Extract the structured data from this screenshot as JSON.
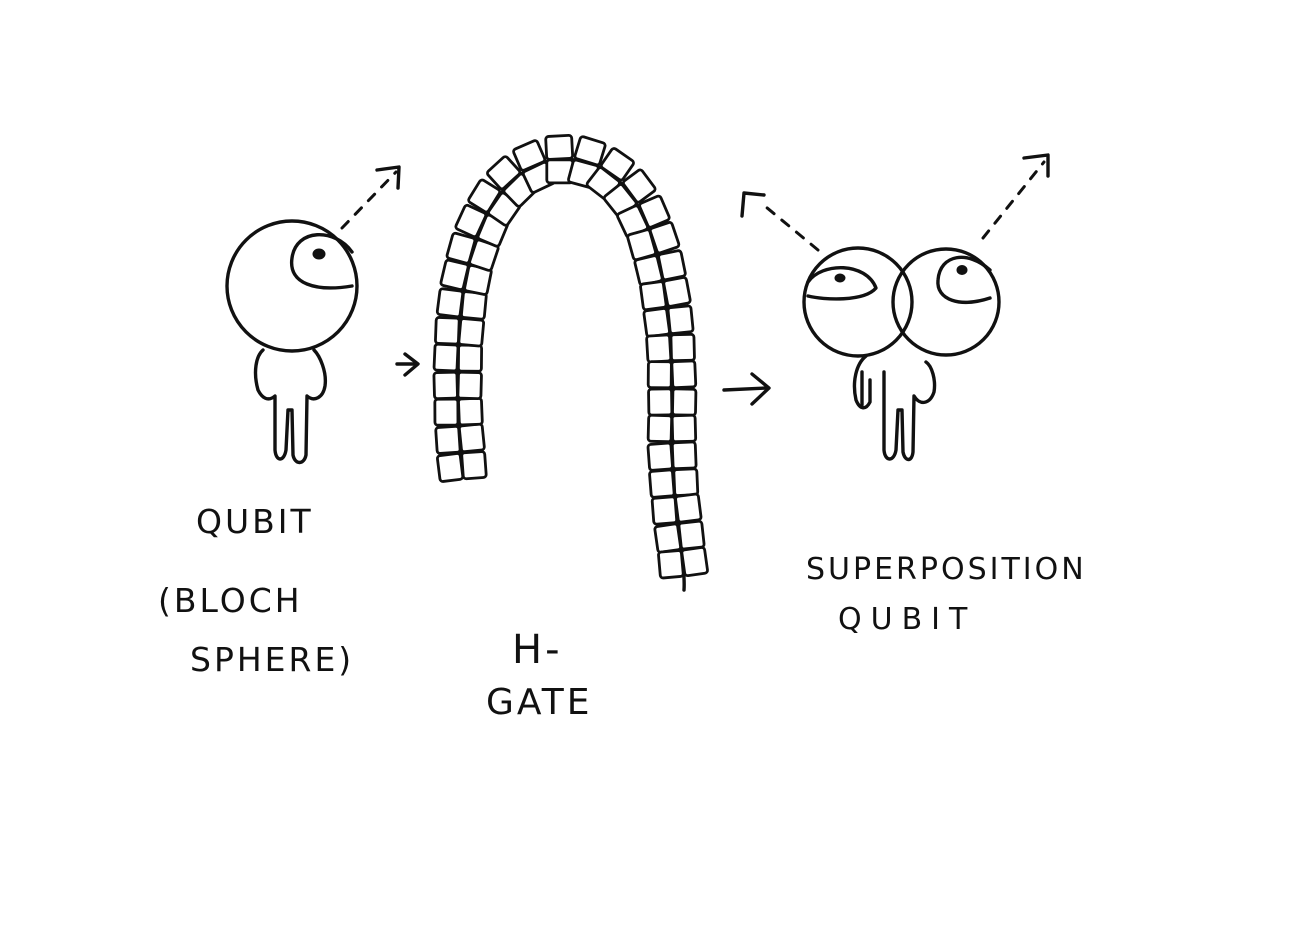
{
  "labels": {
    "qubit": "QUBIT",
    "bloch_line1": "(BLOCH",
    "bloch_line2": "SPHERE)",
    "gate_line1": "H-",
    "gate_line2": "GATE",
    "super_line1": "SUPERPOSITION",
    "super_line2": "QUBIT"
  },
  "colors": {
    "ink": "#111111",
    "paper": "#ffffff"
  },
  "icons": [
    "qubit-figure-icon",
    "arrow-right-icon",
    "h-gate-arch-icon",
    "superposition-figure-icon",
    "dashed-vector-icon"
  ]
}
